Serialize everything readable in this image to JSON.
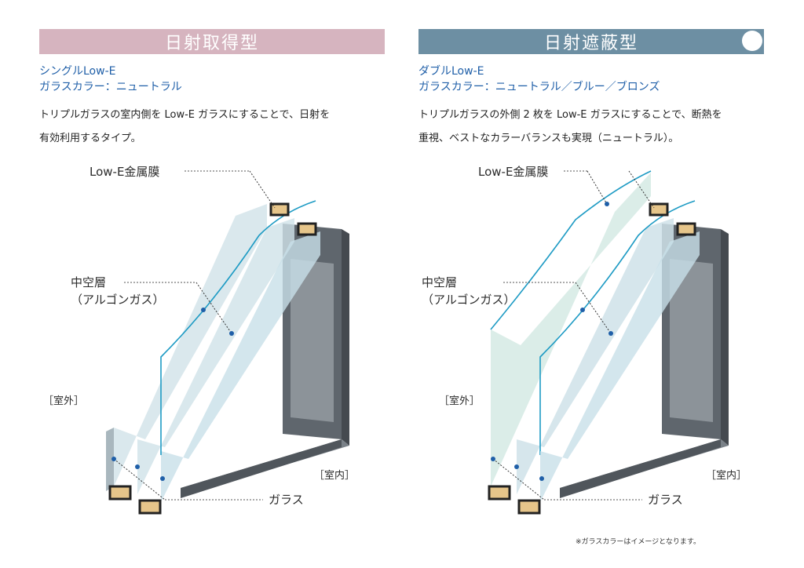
{
  "colors": {
    "left_banner": "#d6b4bf",
    "right_banner": "#6d8fa3",
    "subtitle_text": "#1f5fa8",
    "lowe_film": "#1e9bc4"
  },
  "left": {
    "banner": "日射取得型",
    "sub1": "シングルLow-E",
    "sub2": "ガラスカラー：ニュートラル",
    "desc1": "トリプルガラスの室内側を Low-E ガラスにすることで、日射を",
    "desc2": "有効利用するタイプ。",
    "labels": {
      "lowe": "Low-E金属膜",
      "cavity1": "中空層",
      "cavity2": "（アルゴンガス）",
      "outside": "［室外］",
      "inside": "［室内］",
      "glass": "ガラス"
    }
  },
  "right": {
    "banner": "日射遮蔽型",
    "sub1": "ダブルLow-E",
    "sub2": "ガラスカラー：ニュートラル／ブルー／ブロンズ",
    "desc1": "トリプルガラスの外側 2 枚を Low-E ガラスにすることで、断熱を",
    "desc2": "重視、ベストなカラーバランスも実現（ニュートラル）。",
    "labels": {
      "lowe": "Low-E金属膜",
      "cavity1": "中空層",
      "cavity2": "（アルゴンガス）",
      "outside": "［室外］",
      "inside": "［室内］",
      "glass": "ガラス"
    },
    "footnote": "※ガラスカラーはイメージとなります。"
  }
}
